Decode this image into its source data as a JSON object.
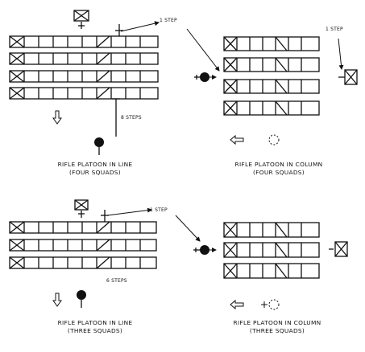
{
  "labels": {
    "step_tl": "1 STEP",
    "step_tr": "1 STEP",
    "steps_8": "8 STEPS",
    "step_bl": "1 STEP",
    "steps_6": "6 STEPS"
  },
  "captions": {
    "tl_1": "RIFLE PLATOON IN LINE",
    "tl_2": "(FOUR SQUADS)",
    "tr_1": "RIFLE PLATOON IN COLUMN",
    "tr_2": "(FOUR SQUADS)",
    "bl_1": "RIFLE PLATOON IN LINE",
    "bl_2": "(THREE SQUADS)",
    "br_1": "RIFLE PLATOON IN COLUMN",
    "br_2": "(THREE SQUADS)"
  },
  "colors": {
    "ink": "#111111",
    "background": "#ffffff"
  }
}
